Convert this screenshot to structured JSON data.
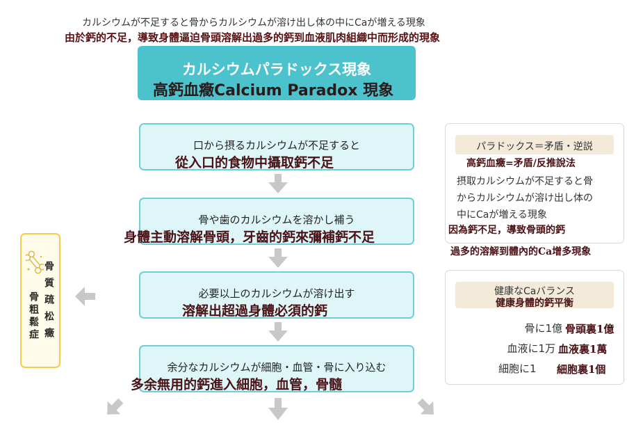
{
  "header": {
    "jp": "カルシウムが不足すると骨からカルシウムが溶け出し体の中にCaが増える現象",
    "zh": "由於鈣的不足，導致身體逼迫骨頭溶解出過多的鈣到血液肌肉組織中而形成的現象"
  },
  "title": {
    "jp": "カルシウムパラドックス現象",
    "zh": "高鈣血癥Calcium Paradox 現象"
  },
  "steps": [
    {
      "jp": "口から摂るカルシウムが不足すると",
      "zh": "從入口的食物中攝取鈣不足"
    },
    {
      "jp": "骨や歯のカルシウムを溶かし補う",
      "zh": "身體主動溶解骨頭，牙齒的鈣來彌補鈣不足"
    },
    {
      "jp": "必要以上のカルシウムが溶け出す",
      "zh": "溶解出超過身體必須的鈣"
    },
    {
      "jp": "余分なカルシウムが細胞・血管・骨に入り込む",
      "zh": "多余無用的鈣進入細胞，血管，骨髓"
    }
  ],
  "side": {
    "col1": "骨質疏松癥",
    "col2": "骨粗鬆症",
    "icon": "bone-icon"
  },
  "paradox_panel": {
    "head": "パラドックス＝矛盾・逆説",
    "head_zh": "高鈣血癥=矛盾/反推說法",
    "body_jp_1": "摂取カルシウムが不足すると骨",
    "body_jp_2": "からカルシウムが溶け出し体の",
    "body_jp_3": "中にCaが増える現象",
    "body_zh_1": "因為鈣不足，導致骨頭的鈣",
    "body_zh_2": "過多的溶解到體內的Ca增多現象"
  },
  "balance_panel": {
    "head": "健康なCaバランス",
    "head_zh": "健康身體的鈣平衡",
    "rows": [
      {
        "jp": "骨に1億",
        "zh": "骨頭裏1億"
      },
      {
        "jp": "血液に1万",
        "zh": "血液裏1萬"
      },
      {
        "jp": "細胞に1",
        "zh": "細胞裏1個"
      }
    ]
  },
  "colors": {
    "accent": "#4cc3cc",
    "step_bg": "#dff6f8",
    "side_border": "#f3cc4a",
    "arrow": "#c8c8c8"
  }
}
